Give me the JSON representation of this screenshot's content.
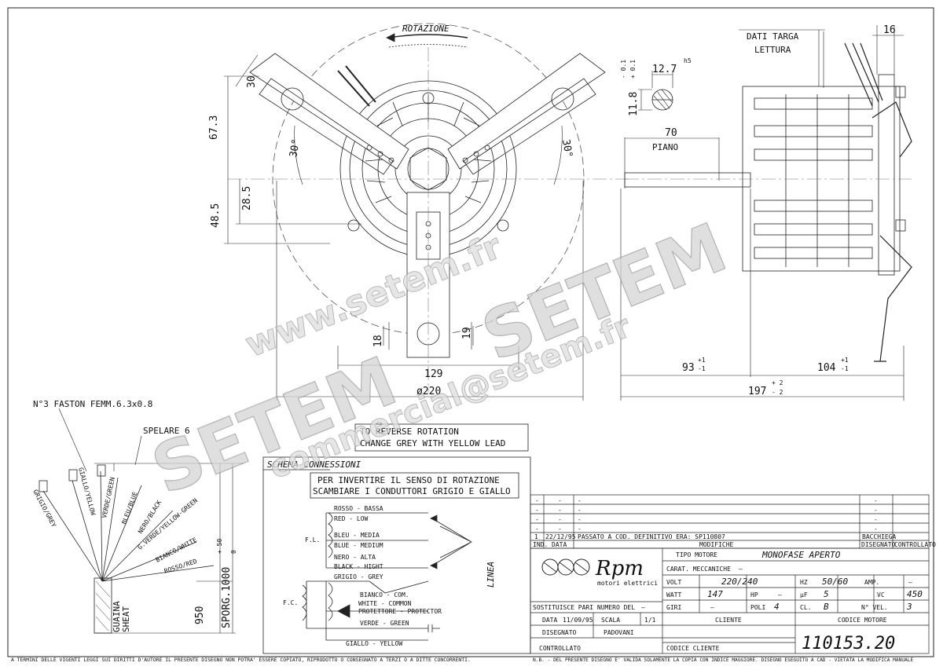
{
  "front_view": {
    "rotation_label": "ROTAZIONE",
    "dim_30_top": "30",
    "dim_67_3": "67.3",
    "dim_28_5": "28.5",
    "dim_48_5": "48.5",
    "angle_left": "30°",
    "angle_right": "30°",
    "dim_18": "18",
    "dim_19": "19",
    "dim_129": "129",
    "dim_220": "ø220"
  },
  "shaft_detail": {
    "tol_minus": "- 0.1",
    "tol_plus": "+ 0.1",
    "dia": "12.7",
    "fit": "h5",
    "flat": "11.8",
    "shaft_len": "70",
    "piano": "PIANO"
  },
  "side_view": {
    "dati_targa": "DATI TARGA",
    "lettura": "LETTURA",
    "dim_16": "16",
    "dim_93": "93",
    "dim_93_tol_plus": "+1",
    "dim_93_tol_minus": "-1",
    "dim_104": "104",
    "dim_104_tol_plus": "+1",
    "dim_104_tol_minus": "-1",
    "dim_197": "197",
    "dim_197_tol_plus": "+ 2",
    "dim_197_tol_minus": "- 2"
  },
  "leads": {
    "faston": "N°3 FASTON FEMM.6.3x0.8",
    "spelare": "SPELARE 6",
    "wires": [
      "GRIGIO/GREY",
      "GIALLO/YELLOW",
      "VERDE/GREEN",
      "BLEU/BLUE",
      "NERO/BLACK",
      "G.VERDE/YELLOW-GREEN",
      "BIANCO/WHITE",
      "ROSSO/RED"
    ],
    "guaina": "GUAINA",
    "sheat": "SHEAT",
    "dim_950": "950",
    "sporg": "SPORG.1000",
    "sporg_tol_plus": "+ 50",
    "sporg_tol_zero": "0"
  },
  "reverse_note": {
    "line1": "TO REVERSE ROTATION",
    "line2": "CHANGE GREY WITH YELLOW LEAD"
  },
  "schema": {
    "title": "SCHEMA CONNESSIONI",
    "note_line1": "PER INVERTIRE IL SENSO DI ROTAZIONE",
    "note_line2": "SCAMBIARE I CONDUTTORI GRIGIO E GIALLO",
    "wires": [
      {
        "it": "ROSSO - BASSA",
        "en": "RED - LOW"
      },
      {
        "it": "BLEU - MEDIA",
        "en": "BLUE - MEDIUM"
      },
      {
        "it": "NERO - ALTA",
        "en": "BLACK - HIGHT"
      },
      {
        "it": "GRIGIO - GREY",
        "en": ""
      },
      {
        "it": "BIANCO - COM.",
        "en": "WHITE - COMMON"
      },
      {
        "it": "PROTETTORE - PROTECTOR",
        "en": ""
      },
      {
        "it": "VERDE - GREEN",
        "en": ""
      },
      {
        "it": "GIALLO - YELLOW",
        "en": ""
      }
    ],
    "fl": "F.L.",
    "fc": "F.C.",
    "linea": "LINEA"
  },
  "revisions": {
    "rows": [
      {
        "num": "-",
        "date": "-",
        "desc": "-",
        "disegnato": "-",
        "controllato": ""
      },
      {
        "num": "-",
        "date": "-",
        "desc": "-",
        "disegnato": "-",
        "controllato": ""
      },
      {
        "num": "-",
        "date": "-",
        "desc": "-",
        "disegnato": "-",
        "controllato": ""
      },
      {
        "num": "-",
        "date": "-",
        "desc": "-",
        "disegnato": "-",
        "controllato": ""
      },
      {
        "num": "1",
        "date": "22/12/95",
        "desc": "PASSATO A COD. DEFINITIVO ERA: SP110807",
        "disegnato": "BACCHIEGA",
        "controllato": ""
      }
    ],
    "header_ind": "IND.",
    "header_data": "DATA",
    "header_modifiche": "MODIFICHE",
    "header_disegnato": "DISEGNATO",
    "header_controllato": "CONTROLLATO"
  },
  "title_block": {
    "logo": "Rpm",
    "logo_sub": "motori elettrici",
    "tipo_motore_label": "TIPO MOTORE",
    "tipo_motore": "MONOFASE APERTO",
    "carat_label": "CARAT. MECCANICHE",
    "carat_value": "—",
    "volt_label": "VOLT",
    "volt": "220/240",
    "hz_label": "HZ",
    "hz": "50/60",
    "amp_label": "AMP.",
    "amp": "—",
    "watt_label": "WATT",
    "watt": "147",
    "hp_label": "HP",
    "hp": "—",
    "uf_label": "µF",
    "uf": "5",
    "vc_label": "VC",
    "vc": "450",
    "giri_label": "GIRI",
    "giri": "—",
    "poli_label": "POLI",
    "poli": "4",
    "cl_label": "CL.",
    "cl": "B",
    "nvel_label": "N° VEL.",
    "nvel": "3",
    "sostituisce_label": "SOSTITUISCE PARI NUMERO DEL",
    "sostituisce": "—",
    "data_label": "DATA",
    "data": "11/09/95",
    "scala_label": "SCALA",
    "scala": "1/1",
    "disegnato_label": "DISEGNATO",
    "disegnato": "PADOVANI",
    "controllato_label": "CONTROLLATO",
    "cliente_label": "CLIENTE",
    "codice_cliente_label": "CODICE CLIENTE",
    "codice_motore_label": "CODICE MOTORE",
    "codice_motore": "110153.20"
  },
  "footer": {
    "left": "A TERMINI DELLE VIGENTI LEGGI SUI DIRITTI D'AUTORE IL PRESENTE DISEGNO NON POTRA' ESSERE COPIATO, RIPRODOTTO O CONSEGNATO A TERZI O A DITTE CONCORRENTI.",
    "right": "N.B. - DEL PRESENTE DISEGNO E' VALIDA SOLAMENTE LA COPIA CON INDICE MAGGIORE. DISEGNO ESEGUITO A CAD - VIETATA LA MODIFICA MANUALE"
  },
  "watermark": {
    "setem1": "SETEM",
    "setem2": "SETEM",
    "site": "www.setem.fr",
    "email": "commercial@setem.fr"
  }
}
